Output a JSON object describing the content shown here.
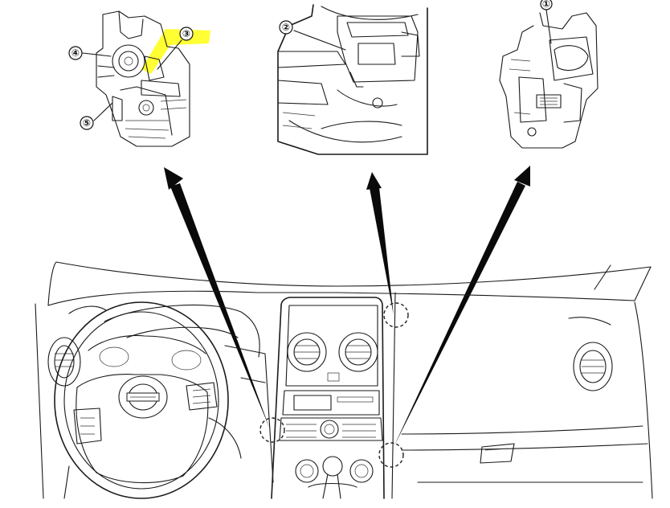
{
  "diagram": {
    "highlight_color": "#ffff33",
    "line_color": "#1a1a1a",
    "callouts": [
      {
        "id": "c1",
        "label": "①"
      },
      {
        "id": "c2",
        "label": "②"
      },
      {
        "id": "c3",
        "label": "③"
      },
      {
        "id": "c4",
        "label": "④"
      },
      {
        "id": "c5",
        "label": "⑤"
      }
    ],
    "vehicle_badge_icon": "nissan-logo-icon"
  }
}
